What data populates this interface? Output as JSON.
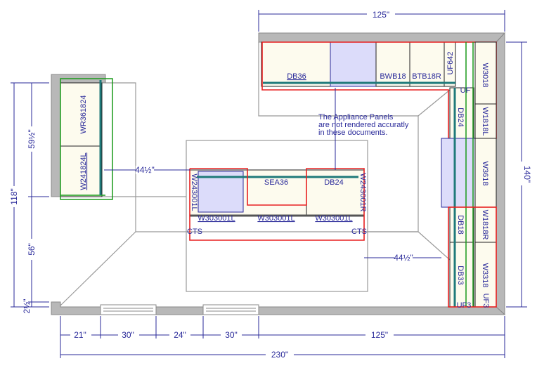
{
  "title": "Kitchen floor plan",
  "colors": {
    "dimension": "#2a2a9a",
    "outline": "#e82020",
    "countertop": "#1f7a7a",
    "wall": "#b8b8b8",
    "cabinet": "#fdfbee",
    "appliance": "#dcdcfa"
  },
  "note": [
    "The Appliance Panels",
    "are not rendered accuratly",
    "in these documents."
  ],
  "dimensions": {
    "top": "125\"",
    "right": "140\"",
    "left_total": "118\"",
    "left_upper": "59½\"",
    "left_lower": "56\"",
    "left_small": "2½\"",
    "bottom_segments": [
      "21\"",
      "30\"",
      "24\"",
      "30\"",
      "125\""
    ],
    "bottom_total": "230\"",
    "clearance_left": "44½\"",
    "clearance_right": "44½\""
  },
  "cabinets": {
    "top": [
      "DB36",
      "BWB18",
      "BTB18R",
      "UF642"
    ],
    "right_wall": [
      "W3018",
      "W1818L",
      "W3618",
      "W1818R",
      "W3318"
    ],
    "right_base": [
      "DB24",
      "DB18",
      "DB33"
    ],
    "right_fillers": [
      "UF",
      "UF3",
      "UF3"
    ],
    "left": [
      "WR361824",
      "W241824L"
    ],
    "island": {
      "base": [
        "SEA36",
        "DB24"
      ],
      "upper": [
        "W303001L",
        "W303001L",
        "W303001L"
      ],
      "ends": [
        "W243001L",
        "W243001R"
      ],
      "cts": [
        "CTS",
        "CTS"
      ]
    }
  }
}
